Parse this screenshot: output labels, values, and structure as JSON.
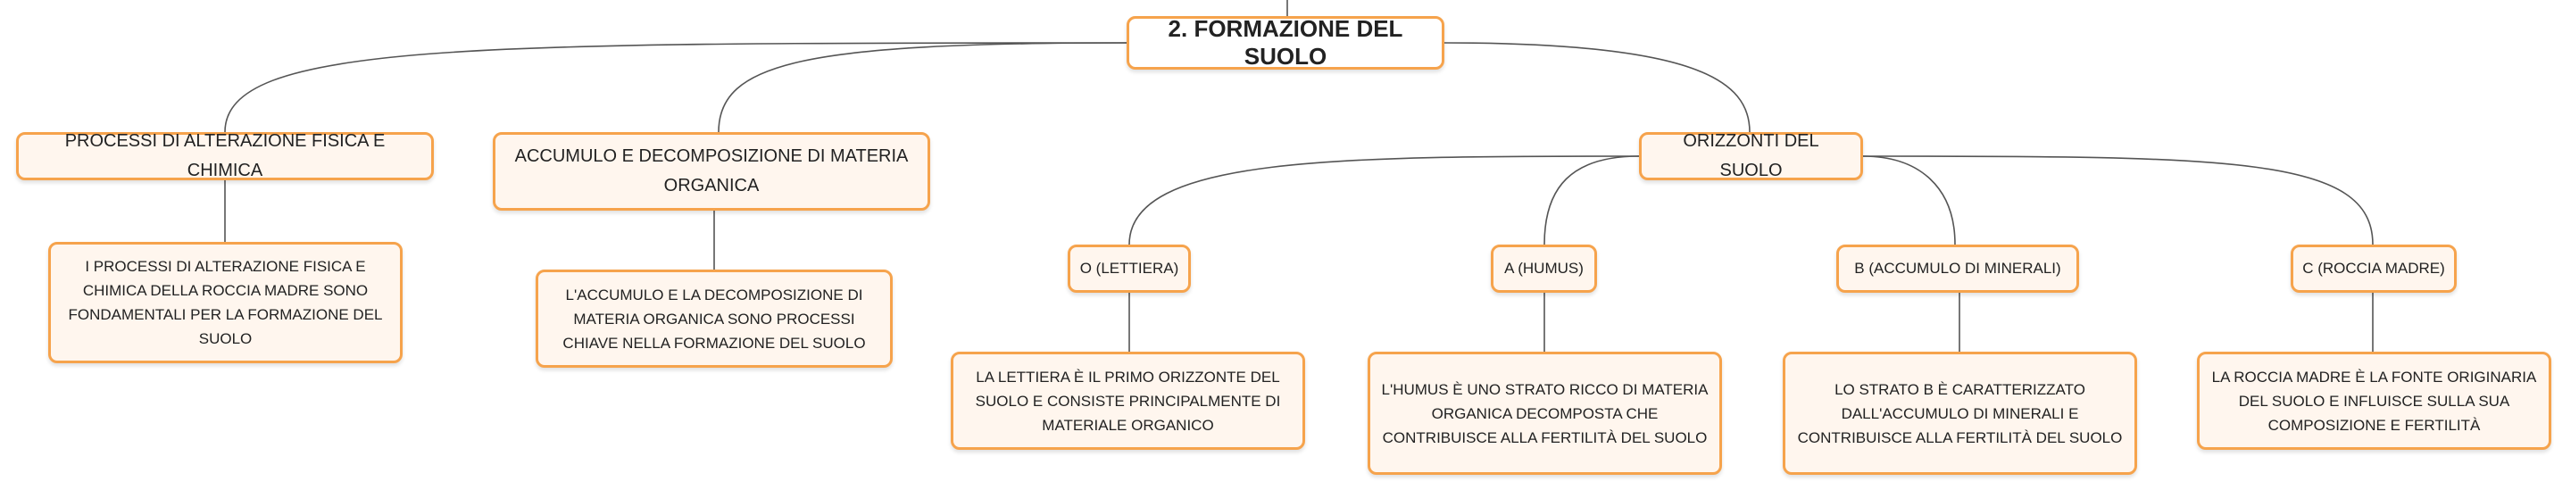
{
  "diagram": {
    "root": {
      "label": "2. FORMAZIONE DEL SUOLO"
    },
    "topics": [
      {
        "label": "PROCESSI DI ALTERAZIONE FISICA E CHIMICA",
        "detail": "I PROCESSI DI ALTERAZIONE FISICA E CHIMICA DELLA ROCCIA MADRE SONO FONDAMENTALI PER LA FORMAZIONE DEL SUOLO"
      },
      {
        "label": "ACCUMULO E DECOMPOSIZIONE DI MATERIA ORGANICA",
        "detail": "L'ACCUMULO E LA DECOMPOSIZIONE DI MATERIA ORGANICA SONO PROCESSI CHIAVE NELLA FORMAZIONE DEL SUOLO"
      },
      {
        "label": "ORIZZONTI DEL SUOLO",
        "horizons": [
          {
            "label": "O (LETTIERA)",
            "detail": "LA LETTIERA È IL PRIMO ORIZZONTE DEL SUOLO E CONSISTE PRINCIPALMENTE DI MATERIALE ORGANICO"
          },
          {
            "label": "A (HUMUS)",
            "detail": "L'HUMUS È UNO STRATO RICCO DI MATERIA ORGANICA DECOMPOSTA CHE CONTRIBUISCE ALLA FERTILITÀ DEL SUOLO"
          },
          {
            "label": "B (ACCUMULO DI MINERALI)",
            "detail": "LO STRATO B È CARATTERIZZATO DALL'ACCUMULO DI MINERALI E CONTRIBUISCE ALLA FERTILITÀ DEL SUOLO"
          },
          {
            "label": "C (ROCCIA MADRE)",
            "detail": "LA ROCCIA MADRE È LA FONTE ORIGINARIA DEL SUOLO E INFLUISCE SULLA SUA COMPOSIZIONE E FERTILITÀ"
          }
        ]
      }
    ],
    "colors": {
      "border": "#f6a34c",
      "fill": "#fff6ee",
      "line": "#555555"
    }
  }
}
